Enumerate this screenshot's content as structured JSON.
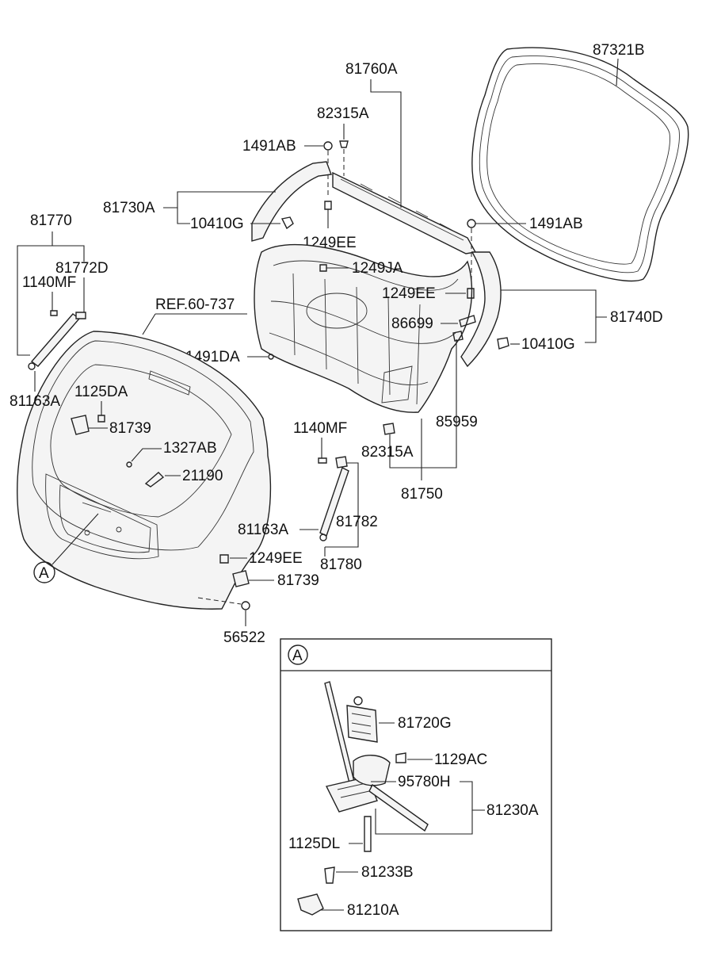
{
  "diagram": {
    "labels": {
      "p87321B": "87321B",
      "p81760A": "81760A",
      "p82315A_top": "82315A",
      "p1491AB_top": "1491AB",
      "p81730A": "81730A",
      "p10410G_left": "10410G",
      "p1249EE_top": "1249EE",
      "p1491AB_right": "1491AB",
      "p81770": "81770",
      "p81772D": "81772D",
      "p1140MF_left": "1140MF",
      "p1249JA": "1249JA",
      "p1249EE_mid": "1249EE",
      "ref": "REF.60-737",
      "p86699": "86699",
      "p81740D": "81740D",
      "p10410G_right": "10410G",
      "p1491DA": "1491DA",
      "p81163A_left": "81163A",
      "p1125DA": "1125DA",
      "p81739_top": "81739",
      "p85959": "85959",
      "p1140MF_mid": "1140MF",
      "p82315A_bottom": "82315A",
      "p1327AB": "1327AB",
      "p21190": "21190",
      "p81750": "81750",
      "p81782": "81782",
      "p81163A_mid": "81163A",
      "p1249EE_bottom": "1249EE",
      "p81780": "81780",
      "detailA": "A",
      "p81739_bottom": "81739",
      "p56522": "56522",
      "inset_header": "A",
      "p81720G": "81720G",
      "p1129AC": "1129AC",
      "p95780H": "95780H",
      "p81230A": "81230A",
      "p1125DL": "1125DL",
      "p81233B": "81233B",
      "p81210A": "81210A"
    }
  }
}
